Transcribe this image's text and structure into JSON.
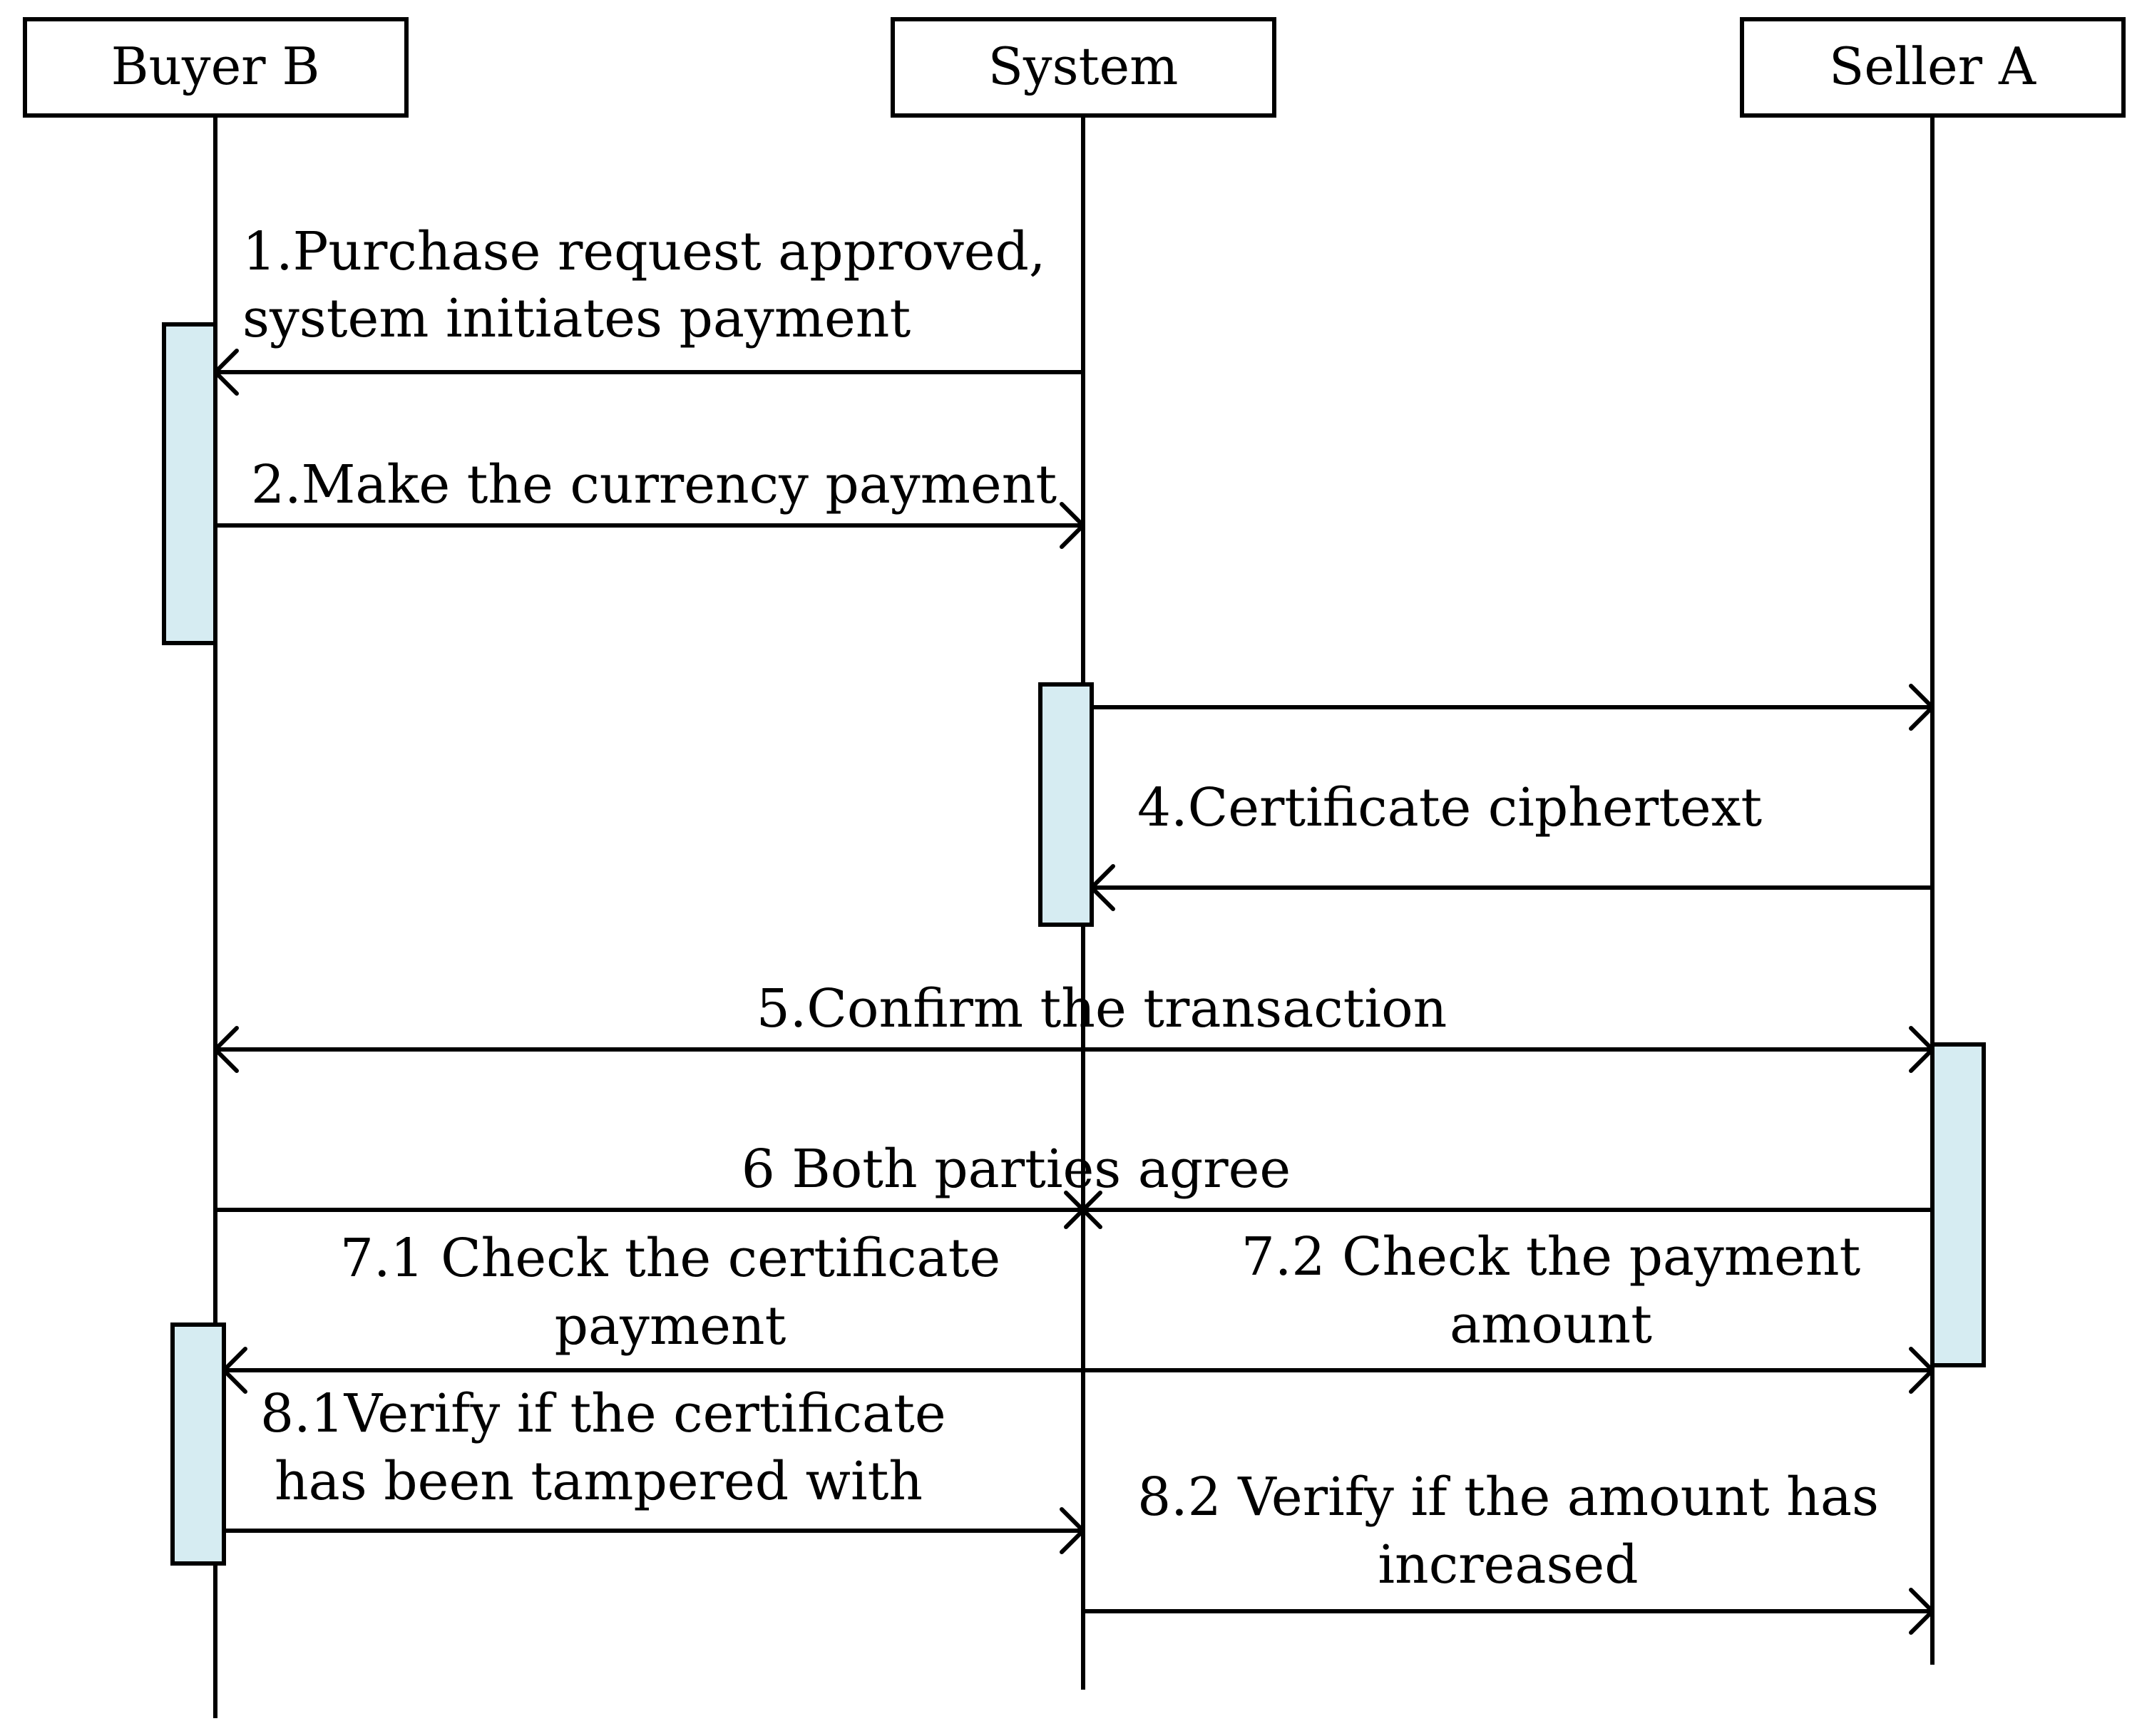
{
  "participants": {
    "buyer": "Buyer B",
    "system": "System",
    "seller": "Seller A"
  },
  "messages": {
    "m1": {
      "lines": [
        "1.Purchase  request  approved,",
        "system initiates payment"
      ],
      "from": "System",
      "to": "Buyer B"
    },
    "m2": {
      "lines": [
        "2.Make the currency payment"
      ],
      "from": "Buyer B",
      "to": "System"
    },
    "m3": {
      "lines": [],
      "from": "System",
      "to": "Seller A"
    },
    "m4": {
      "lines": [
        "4.Certificate ciphertext"
      ],
      "from": "Seller A",
      "to": "System"
    },
    "m5": {
      "lines": [
        "5.Confirm the transaction"
      ],
      "from": "Buyer B",
      "to": "Seller A",
      "bidirectional": true
    },
    "m6": {
      "lines": [
        "6 Both parties agree"
      ],
      "from": [
        "Buyer B",
        "Seller A"
      ],
      "to": "System",
      "terminator": "x"
    },
    "m71": {
      "lines": [
        "7.1 Check the certificate",
        "payment"
      ],
      "from": "System",
      "to": "Buyer B"
    },
    "m72": {
      "lines": [
        "7.2 Check the payment",
        "amount"
      ],
      "from": "System",
      "to": "Seller A"
    },
    "m81": {
      "lines": [
        "8.1Verify if the certificate",
        "has been tampered with"
      ],
      "from": "Buyer B",
      "to": "System"
    },
    "m82": {
      "lines": [
        "8.2 Verify if the amount has",
        "increased"
      ],
      "from": "System",
      "to": "Seller A"
    }
  },
  "colors": {
    "activation_fill": "#d6ecf2",
    "stroke": "#000000"
  }
}
